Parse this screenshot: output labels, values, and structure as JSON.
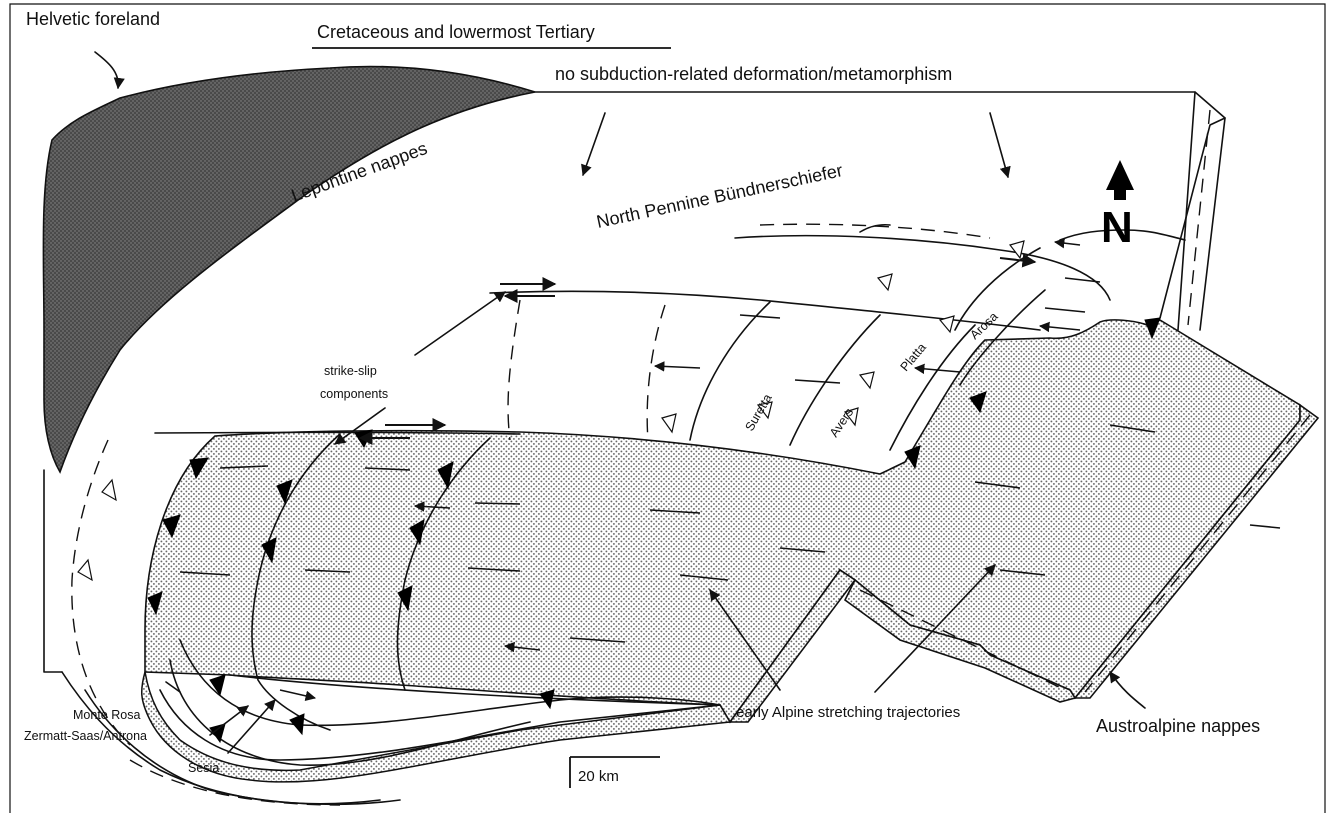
{
  "diagram": {
    "title": "Cretaceous and lowermost Tertiary",
    "north_label": "N",
    "labels": {
      "helvetic": "Helvetic foreland",
      "no_subduction": "no subduction-related deformation/metamorphism",
      "lepontine": "Lepontine nappes",
      "north_pennine": "North Pennine Bündnerschiefer",
      "strike_slip_1": "strike-slip",
      "strike_slip_2": "components",
      "suretta": "Suretta",
      "avers": "Avers",
      "platta": "Platta",
      "arosa": "Arosa",
      "monte_rosa": "Monte Rosa",
      "zermatt": "Zermatt-Saas/Antrona",
      "sesia": "Sesia",
      "stretching": "early Alpine stretching trajectories",
      "austroalpine": "Austroalpine nappes"
    },
    "scale_bar": {
      "label": "20 km"
    },
    "colors": {
      "ink": "#111111",
      "stipple": "#9a9a9a",
      "dark_fill": "#505050"
    }
  }
}
